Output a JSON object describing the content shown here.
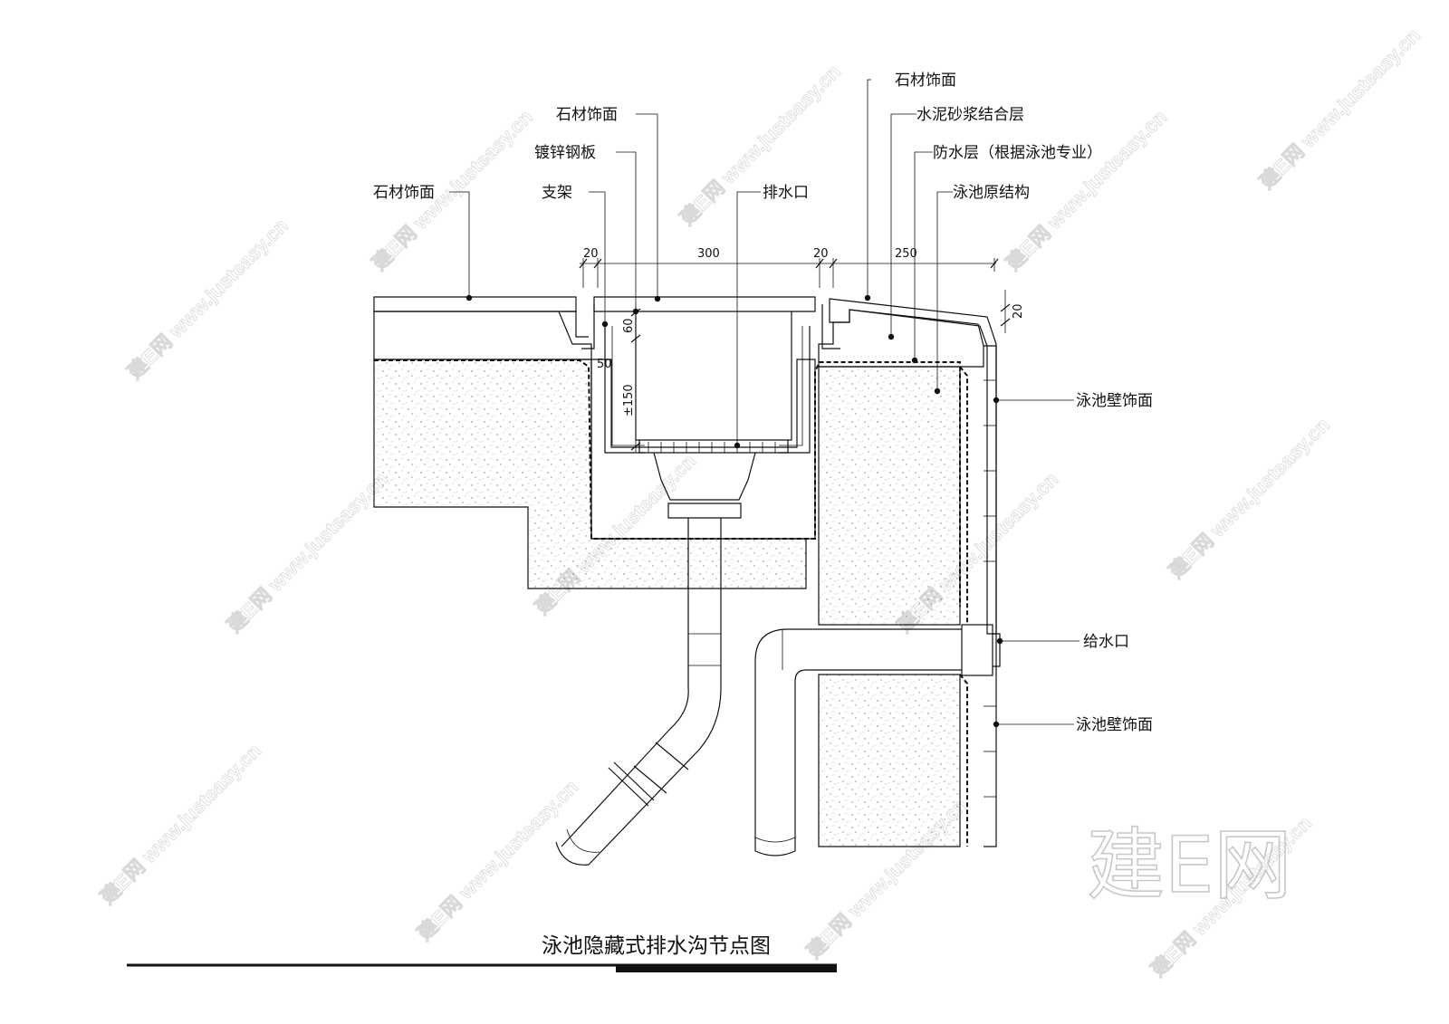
{
  "title": "泳池隐藏式排水沟节点图",
  "brand": "建E网",
  "watermark": "建E网 www.justeasy.cn",
  "labels": {
    "stone_top_right": "石材饰面",
    "stone_grate": "石材饰面",
    "cement_mortar": "水泥砂浆结合层",
    "galvanized_plate": "镀锌钢板",
    "waterproof": "防水层（根据泳池专业）",
    "stone_left": "石材饰面",
    "bracket": "支架",
    "drain_outlet": "排水口",
    "pool_structure": "泳池原结构",
    "pool_wall_finish_upper": "泳池壁饰面",
    "water_inlet": "给水口",
    "pool_wall_finish_lower": "泳池壁饰面"
  },
  "dimensions": {
    "d20_left": "20",
    "d300": "300",
    "d20_mid": "20",
    "d250": "250",
    "d20_right": "20",
    "d60": "60",
    "d50": "50",
    "d150": "±150"
  }
}
